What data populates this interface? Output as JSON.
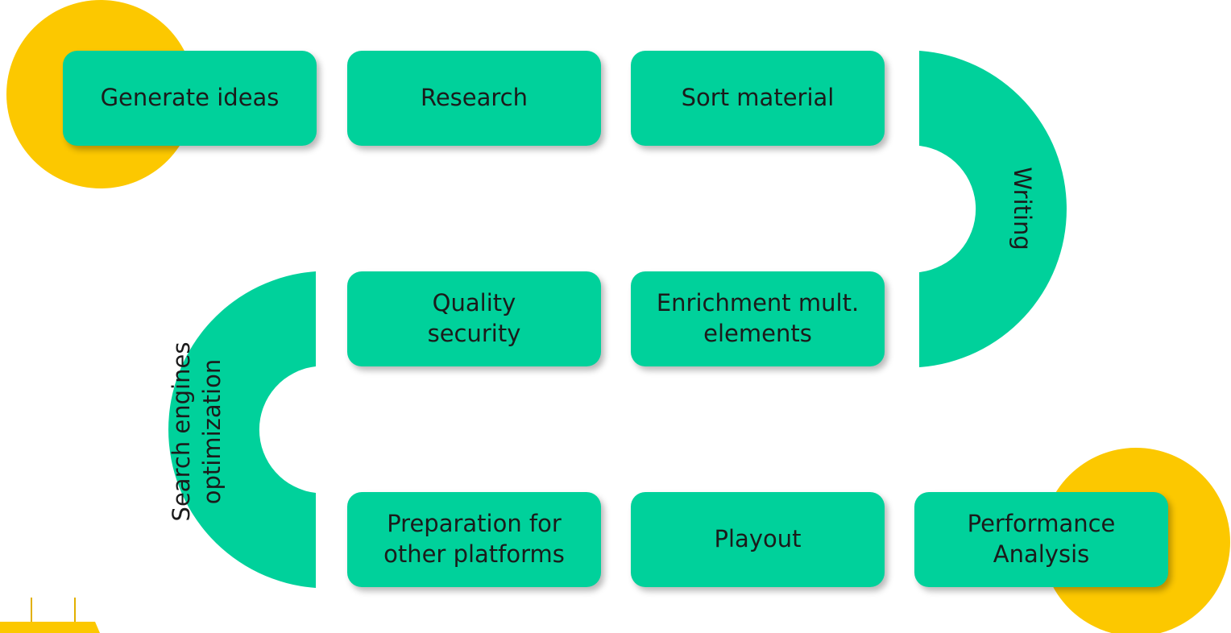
{
  "colors": {
    "step_fill": "#00d19b",
    "accent_circle": "#fcc800",
    "text": "#1b1b1b"
  },
  "steps": {
    "generate_ideas": "Generate ideas",
    "research": "Research",
    "sort_material": "Sort material",
    "writing": "Writing",
    "enrichment": "Enrichment mult.\nelements",
    "quality_security": "Quality\nsecurity",
    "seo": "Search engines\noptimization",
    "preparation": "Preparation for\nother platforms",
    "playout": "Playout",
    "performance_analysis": "Performance\nAnalysis"
  }
}
